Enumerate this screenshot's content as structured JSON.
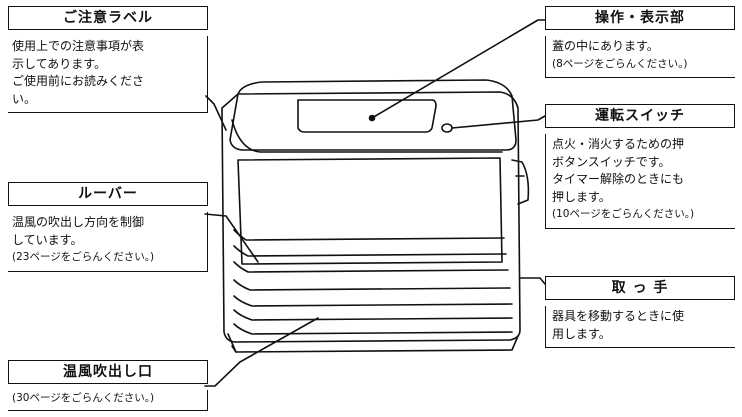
{
  "callouts": {
    "caution_label": {
      "title": "ご注意ラベル",
      "lines": [
        "使用上での注意事項が表",
        "示してあります。",
        "ご使用前にお読みくださ",
        "い。"
      ]
    },
    "louver": {
      "title": "ルーバー",
      "lines": [
        "温風の吹出し方向を制御",
        "しています。",
        "(23ページをごらんください。)"
      ]
    },
    "warm_air_outlet": {
      "title": "温風吹出し口",
      "lines": [
        "(30ページをごらんください。)"
      ]
    },
    "control_display": {
      "title": "操作・表示部",
      "lines": [
        "蓋の中にあります。",
        "(8ページをごらんください。)"
      ]
    },
    "run_switch": {
      "title": "運転スイッチ",
      "lines": [
        "点火・消火するための押",
        "ボタンスイッチです。",
        "タイマー解除のときにも",
        "押します。",
        "(10ページをごらんください。)"
      ]
    },
    "handle": {
      "title": "取 っ 手",
      "lines": [
        "器具を移動するときに使",
        "用します。"
      ]
    }
  },
  "colors": {
    "line": "#111111",
    "background": "#ffffff"
  }
}
